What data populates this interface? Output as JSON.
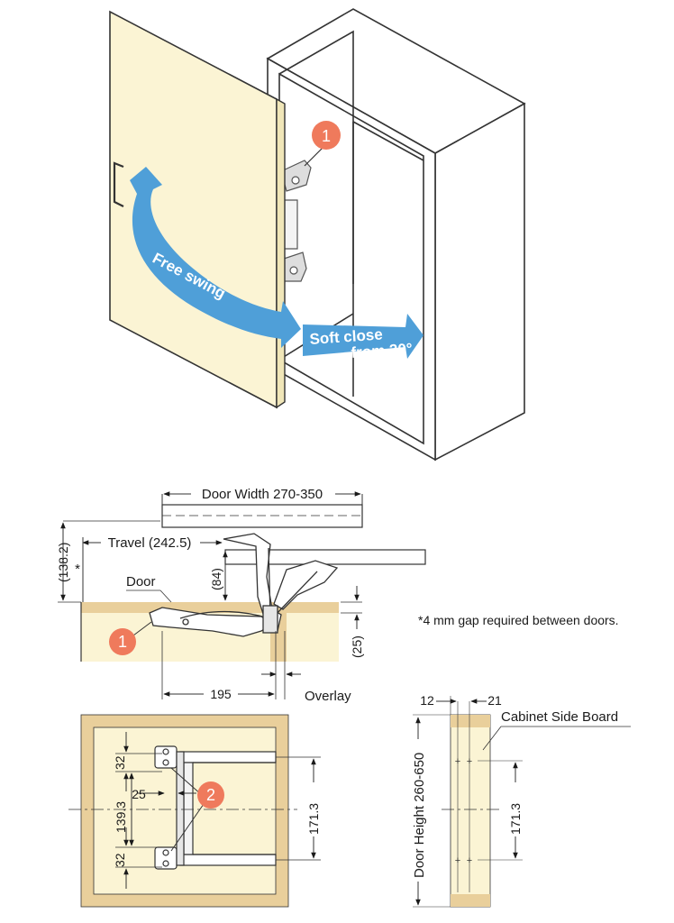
{
  "colors": {
    "panel": "#fbf4d4",
    "wood": "#e9cf9b",
    "arrow": "#4f9fd8",
    "badge": "#ef7a5c",
    "line": "#333333",
    "cabinet_fill": "#ffffff"
  },
  "illustration": {
    "arrow_free": "Free swing",
    "arrow_soft_line1": "Soft close",
    "arrow_soft_line2": "from 20°",
    "badge_1": "1"
  },
  "top_view": {
    "door_width": "Door Width 270-350",
    "travel": "Travel (242.5)",
    "dim_138": "(138.2)",
    "dim_84": "(84)",
    "dim_25": "(25)",
    "asterisk": "*",
    "door_label": "Door",
    "dim_195": "195",
    "overlay": "Overlay",
    "badge_1": "1",
    "note": "*4 mm gap required between doors."
  },
  "front_view": {
    "dim_32_top": "32",
    "dim_32_bottom": "32",
    "dim_25": "25",
    "dim_139": "139.3",
    "dim_171": "171.3",
    "badge_2": "2"
  },
  "side_view": {
    "dim_12": "12",
    "dim_21": "21",
    "cabinet_side_board": "Cabinet Side Board",
    "door_height": "Door Height 260-650",
    "dim_171": "171.3"
  }
}
